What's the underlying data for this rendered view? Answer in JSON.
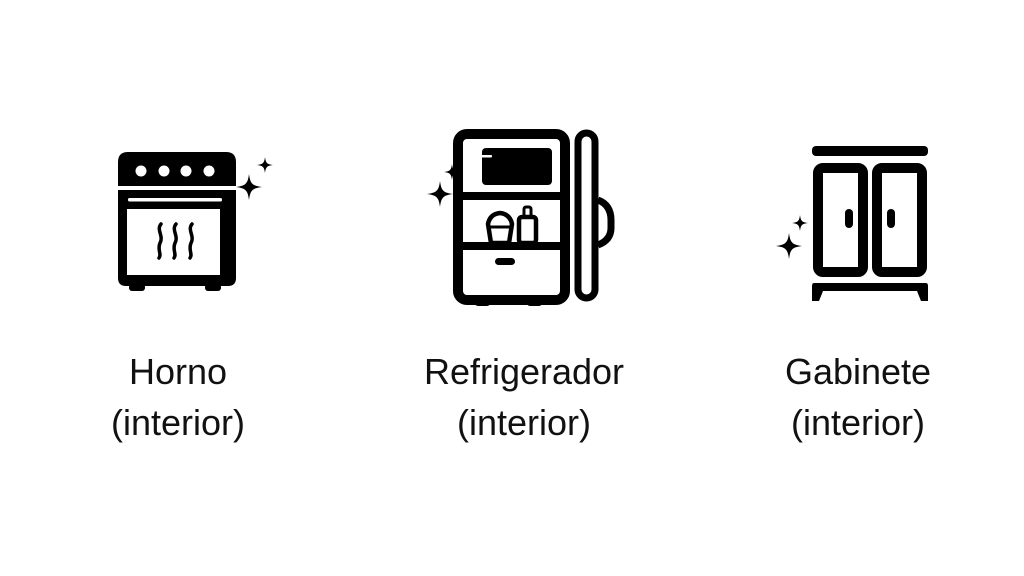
{
  "items": [
    {
      "name": "Horno",
      "detail": "(interior)",
      "icon": "oven-icon"
    },
    {
      "name": "Refrigerador",
      "detail": "(interior)",
      "icon": "refrigerator-icon"
    },
    {
      "name": "Gabinete",
      "detail": "(interior)",
      "icon": "cabinet-icon"
    }
  ],
  "colors": {
    "ink": "#000000",
    "background": "#ffffff"
  }
}
